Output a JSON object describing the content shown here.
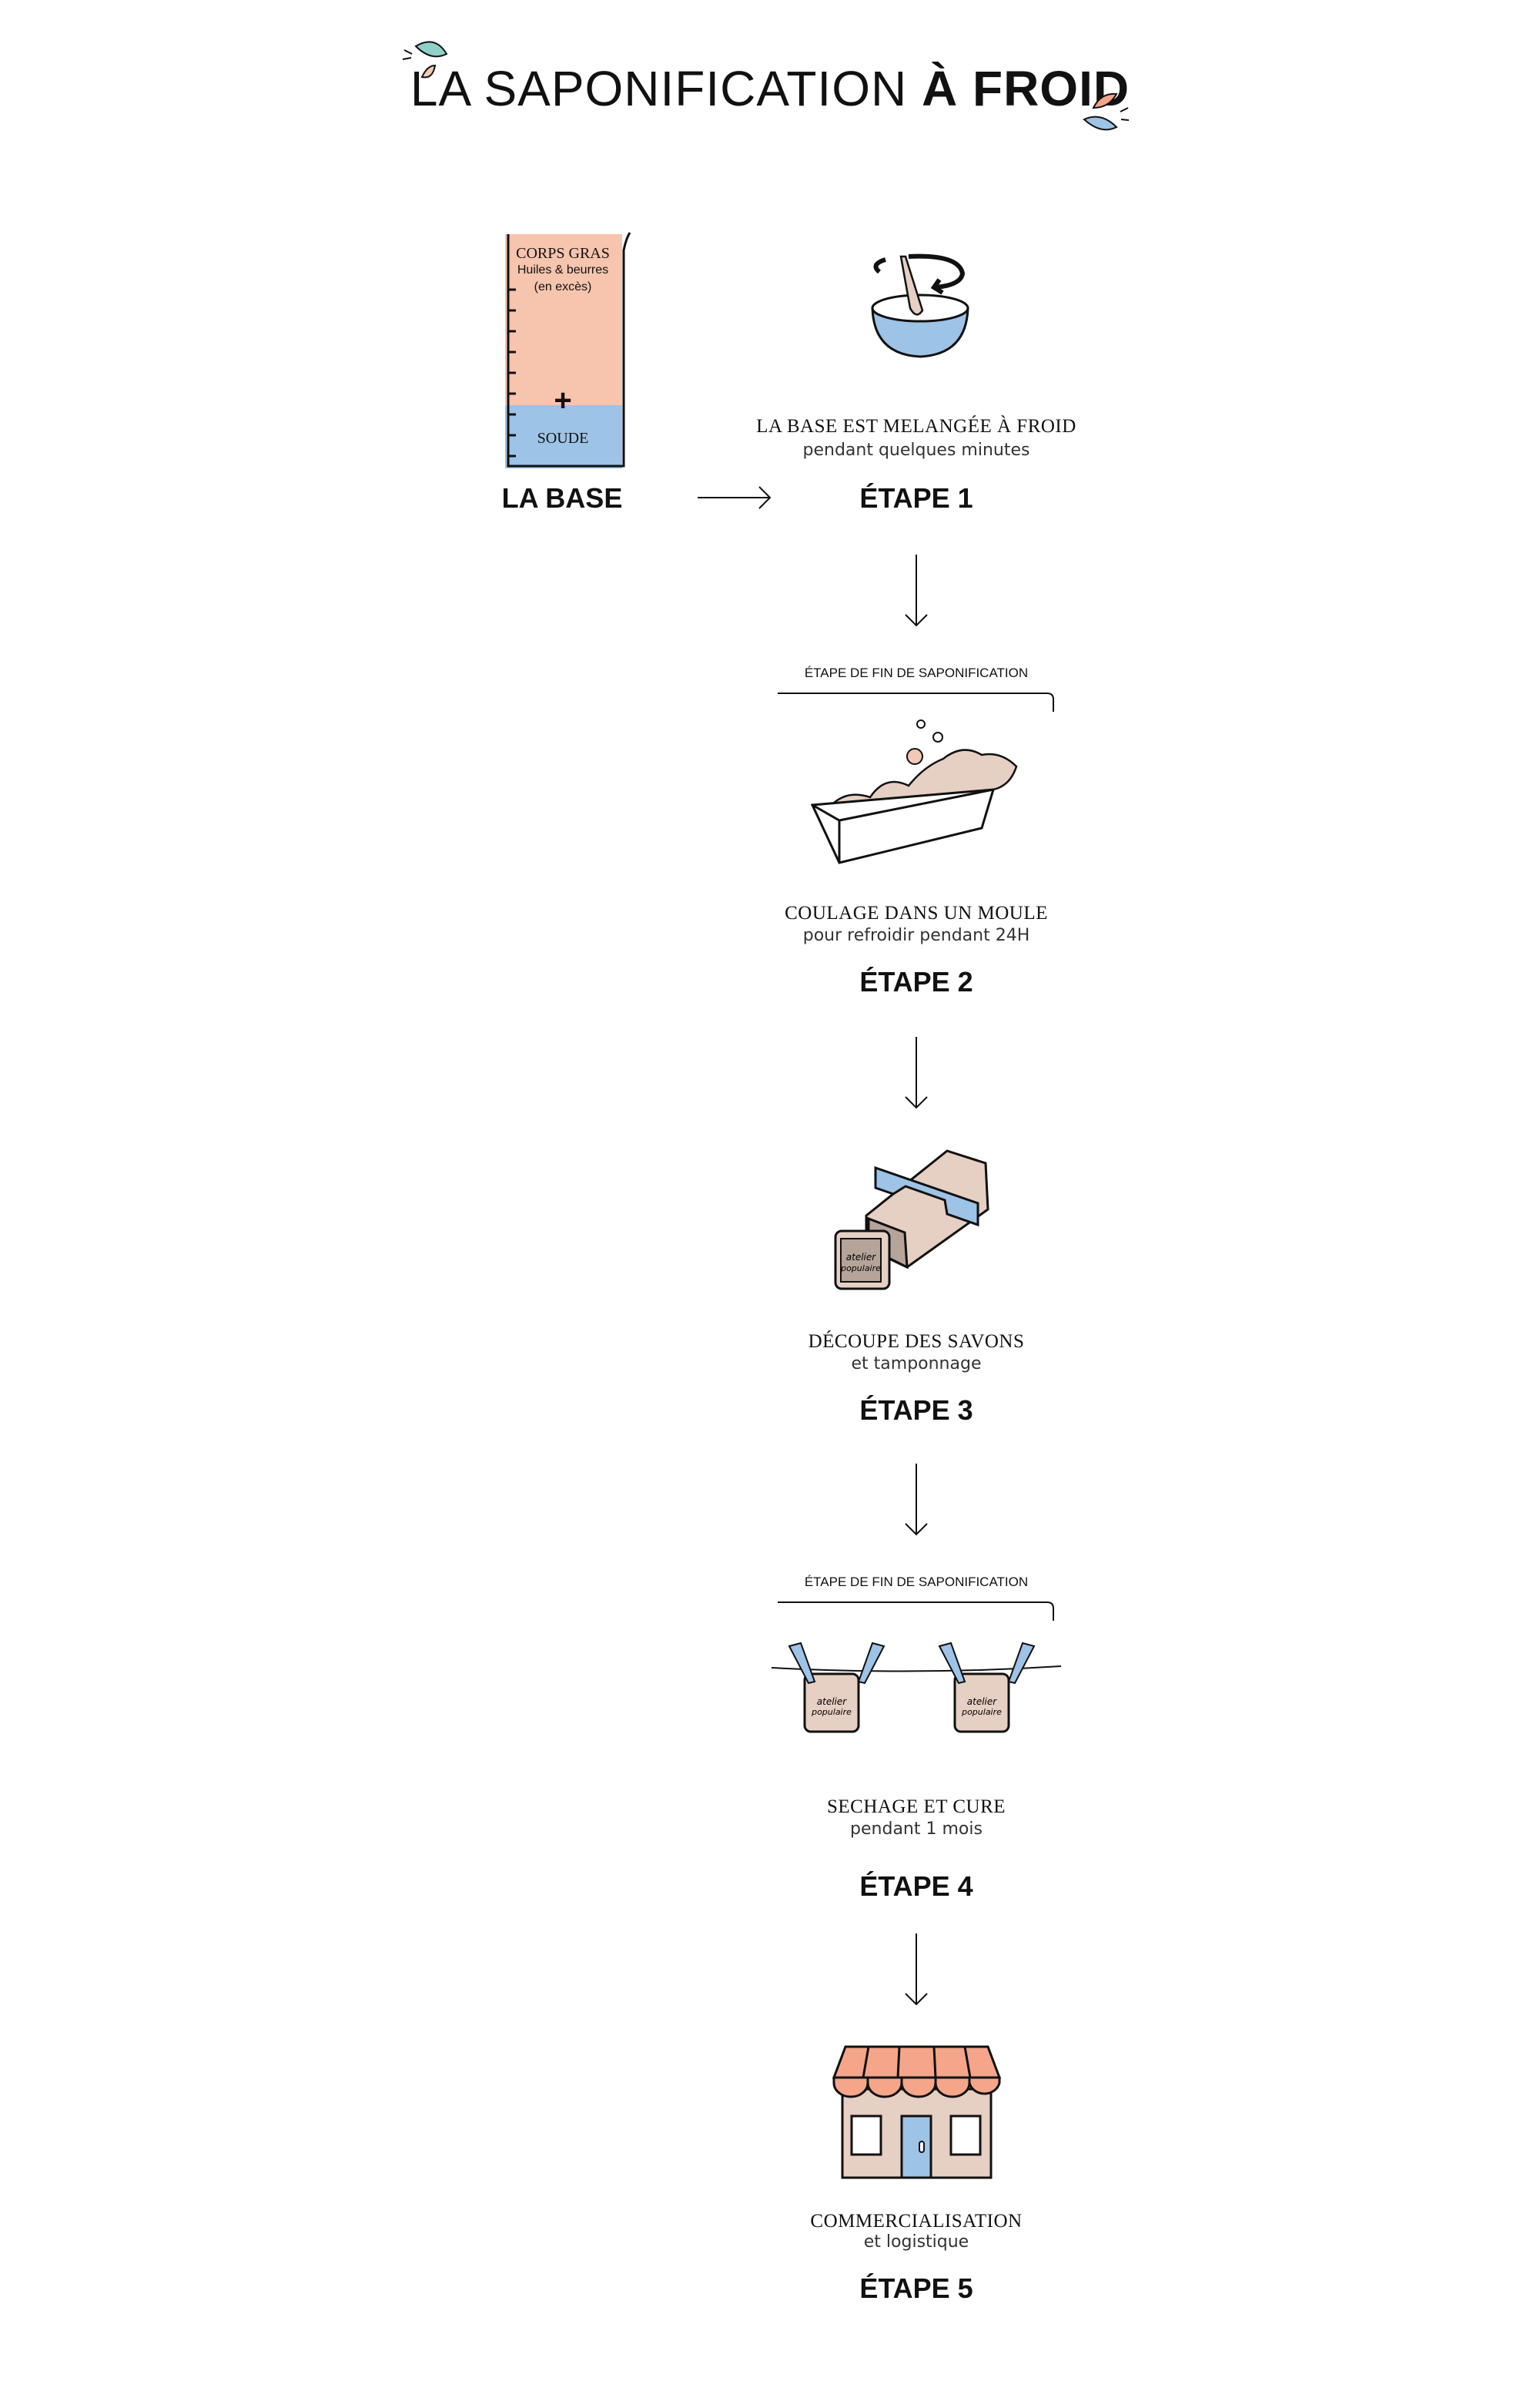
{
  "title": {
    "light": "LA SAPONIFICATION",
    "bold": "À FROID"
  },
  "base": {
    "top_label": "CORPS GRAS",
    "top_sub1": "Huiles & beurres",
    "top_sub2": "(en excès)",
    "bottom_label": "SOUDE",
    "plus": "+",
    "name": "LA BASE"
  },
  "end_label": "ÉTAPE DE FIN DE SAPONIFICATION",
  "logo_text": "atelier populaire",
  "steps": [
    {
      "caption": "LA BASE EST MELANGÉE À FROID",
      "sub": "pendant quelques minutes",
      "name": "ÉTAPE 1"
    },
    {
      "caption": "COULAGE DANS UN MOULE",
      "sub": "pour refroidir pendant 24H",
      "name": "ÉTAPE 2"
    },
    {
      "caption": "DÉCOUPE DES SAVONS",
      "sub": "et tamponnage",
      "name": "ÉTAPE 3"
    },
    {
      "caption": "SECHAGE ET CURE",
      "sub": "pendant 1 mois",
      "name": "ÉTAPE 4"
    },
    {
      "caption": "COMMERCIALISATION",
      "sub": "et logistique",
      "name": "ÉTAPE 5"
    }
  ],
  "colors": {
    "peach": "#f7c4ae",
    "blue": "#9dc3e6",
    "soap": "#e6cfc3",
    "awning": "#f4a58a",
    "leaf_teal": "#8fd1c8"
  }
}
